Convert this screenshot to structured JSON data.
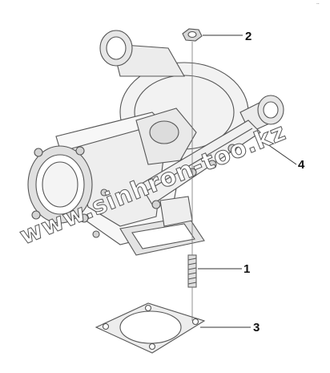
{
  "diagram": {
    "callouts": [
      {
        "id": "1",
        "label": "1",
        "part": "stud"
      },
      {
        "id": "2",
        "label": "2",
        "part": "nut"
      },
      {
        "id": "3",
        "label": "3",
        "part": "gasket"
      },
      {
        "id": "4",
        "label": "4",
        "part": "turbocharger"
      }
    ],
    "watermark": "www.sinhron-too.kz",
    "corner_mark": "--",
    "colors": {
      "line": "#555555",
      "shade": "#e6e6e6",
      "dark_shade": "#bdbdbd",
      "text": "#111111"
    }
  }
}
